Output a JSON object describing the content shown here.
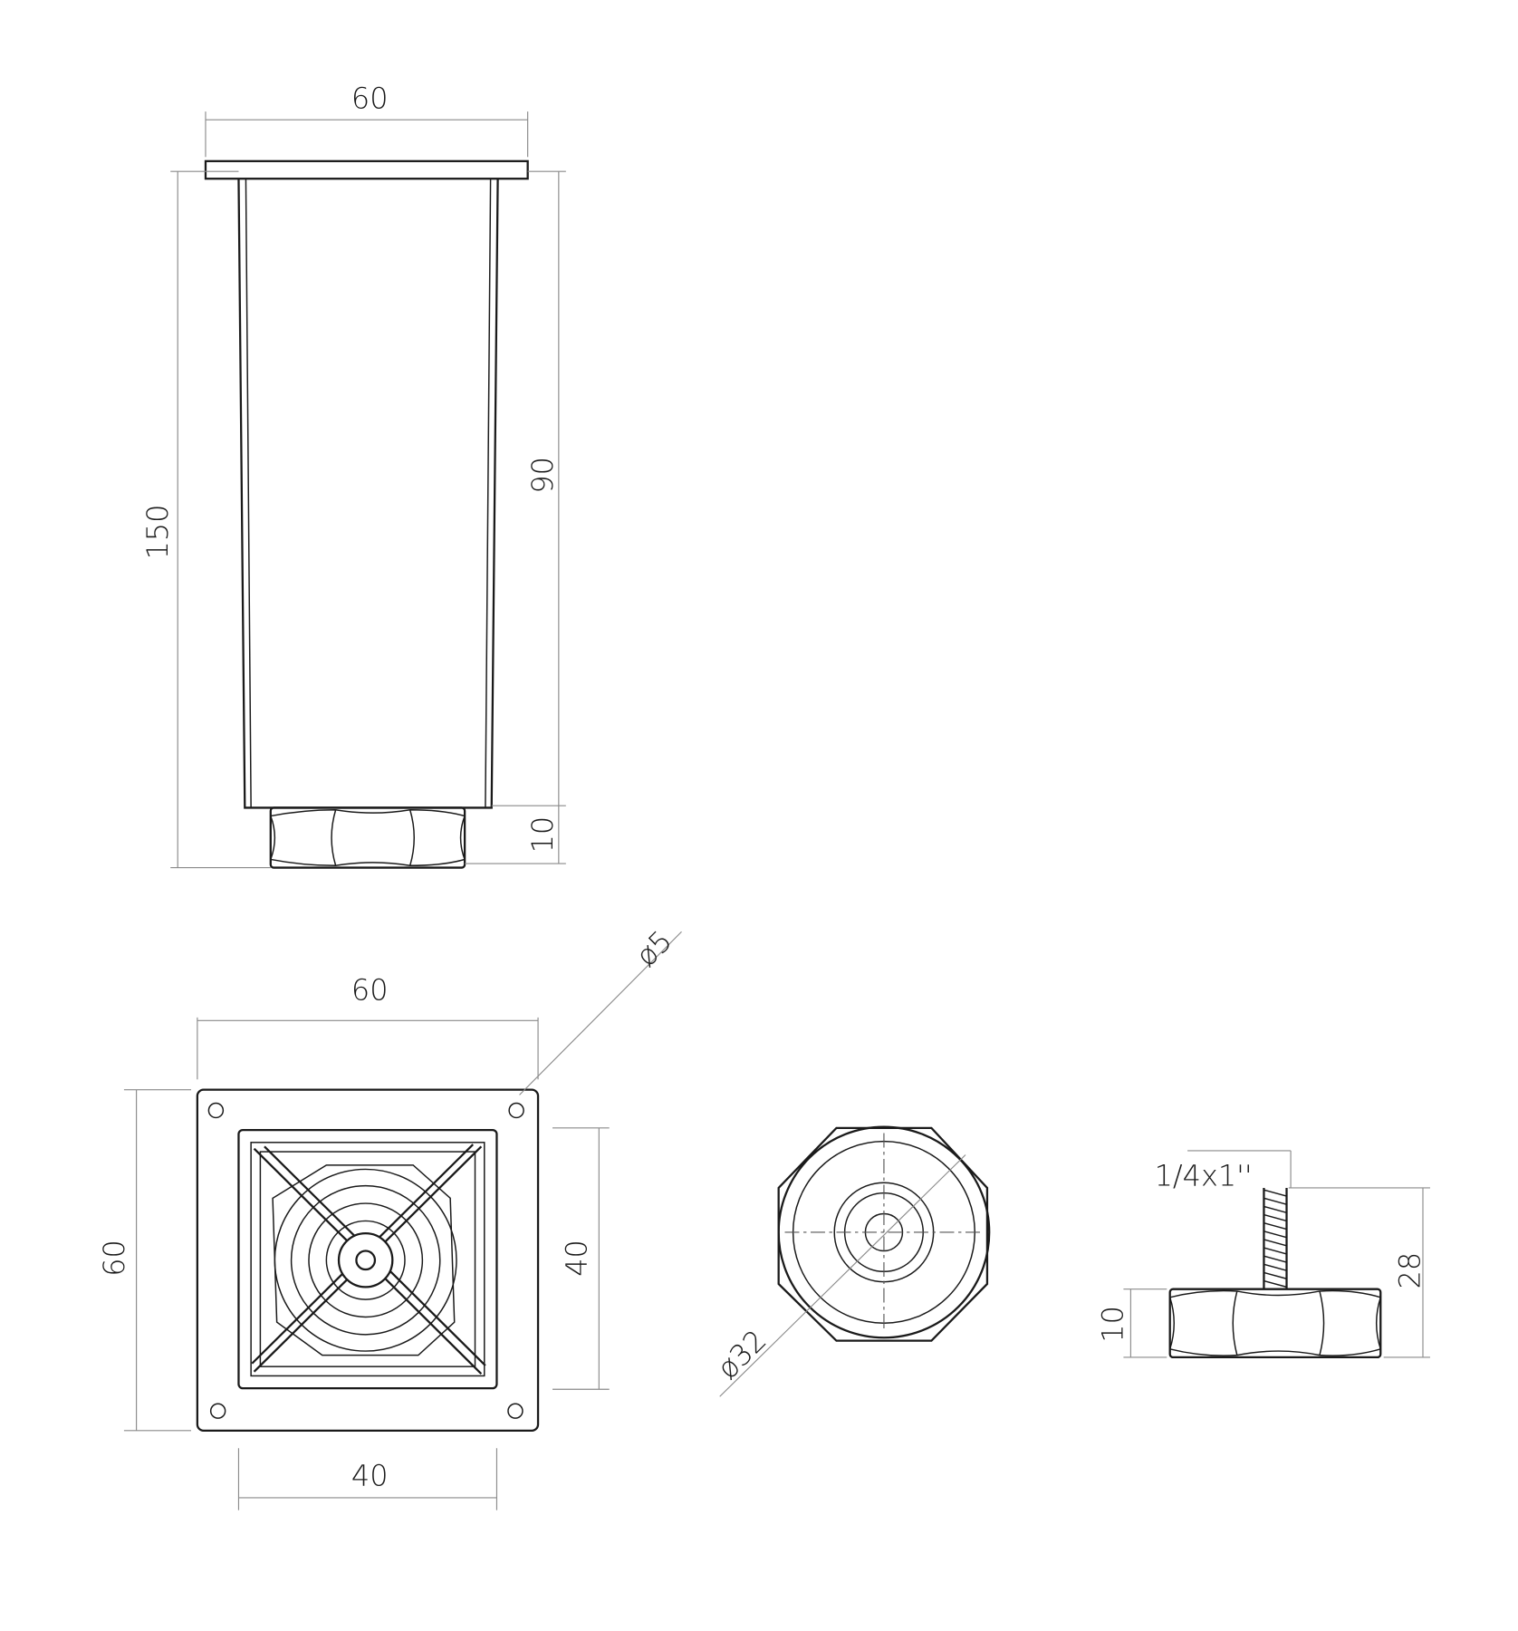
{
  "drawing": {
    "side_view": {
      "width": "60",
      "total_height": "150",
      "body_height": "90",
      "nut_height": "10"
    },
    "top_view": {
      "width": "60",
      "height": "60",
      "hole_diameter": "ø5",
      "inner_height": "40",
      "inner_width": "40"
    },
    "foot_top_view": {
      "diameter": "ø32"
    },
    "leveler_side_view": {
      "thread": "1/4x1''",
      "total_height": "28",
      "nut_height": "10"
    }
  }
}
